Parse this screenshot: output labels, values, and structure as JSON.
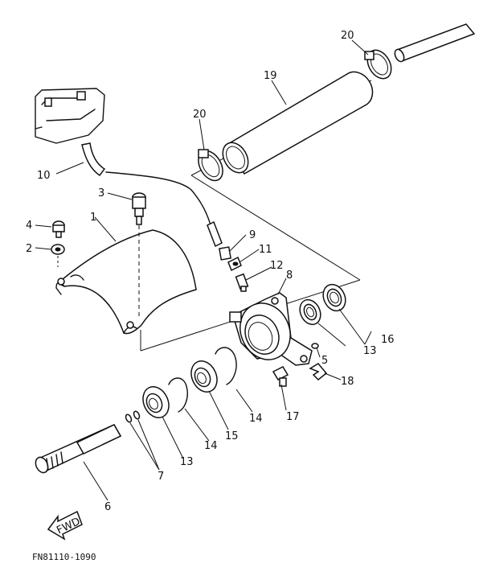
{
  "diagram": {
    "callouts": {
      "c1": "1",
      "c2": "2",
      "c3": "3",
      "c4": "4",
      "c5": "5",
      "c6": "6",
      "c7": "7",
      "c8": "8",
      "c9": "9",
      "c10": "10",
      "c11": "11",
      "c12": "12",
      "c13a": "13",
      "c13b": "13",
      "c14a": "14",
      "c14b": "14",
      "c15": "15",
      "c16": "16",
      "c17": "17",
      "c18": "18",
      "c19": "19",
      "c20a": "20",
      "c20b": "20"
    },
    "fwd_label": "FWD",
    "figure_code": "FN81110-1090"
  }
}
